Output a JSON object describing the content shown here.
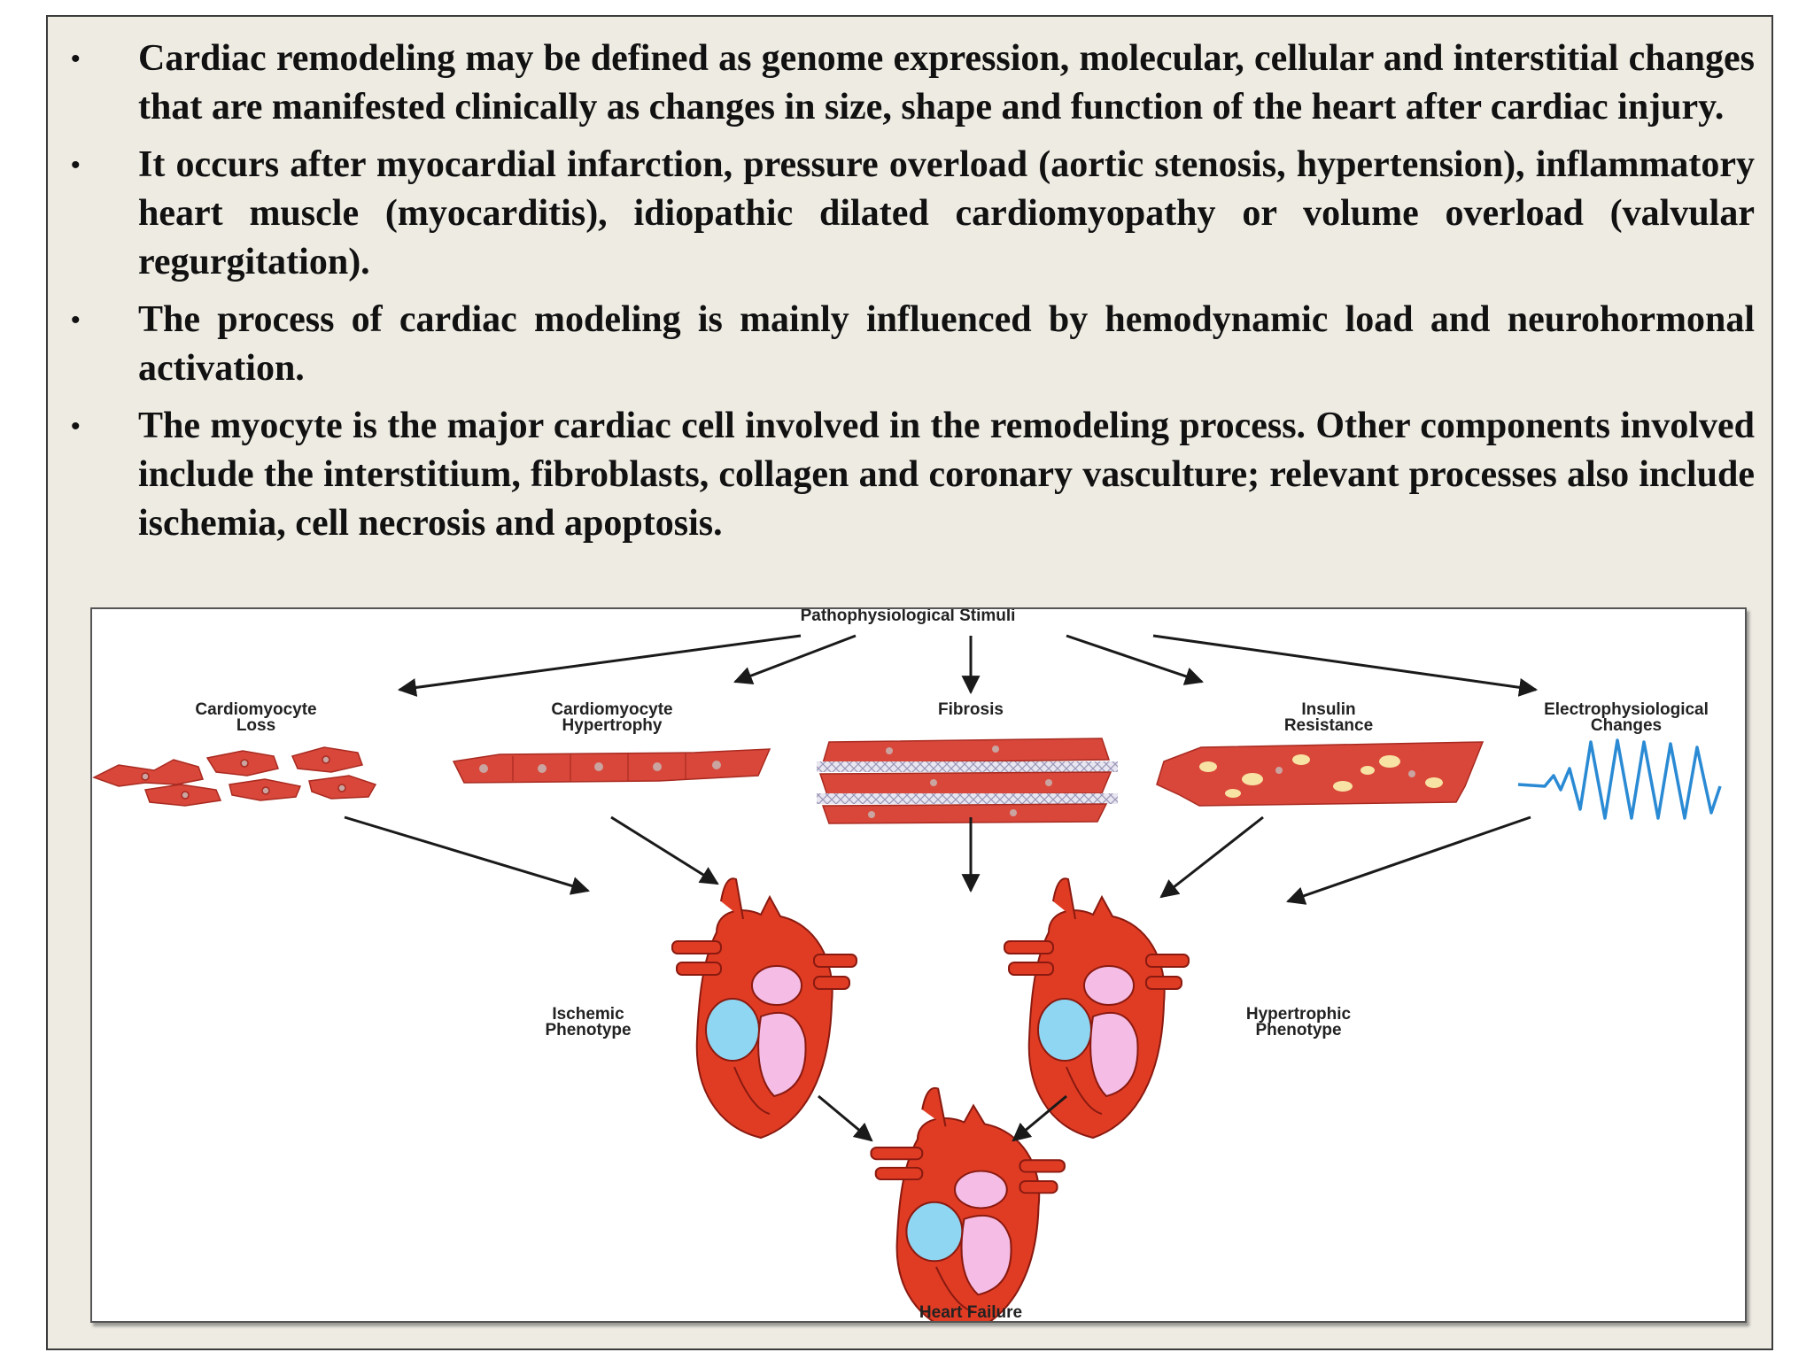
{
  "bullets": [
    "Cardiac remodeling may be defined as genome expression, molecular, cellular and interstitial changes that are manifested clinically as changes in size, shape and function of the heart after cardiac injury.",
    "It occurs after myocardial infarction, pressure overload (aortic stenosis, hypertension), inflammatory heart muscle (myocarditis), idiopathic dilated cardiomyopathy or volume overload (valvular regurgitation).",
    "The process of cardiac modeling is mainly influenced by hemodynamic load and neurohormonal activation.",
    "The myocyte is the major cardiac cell involved in the remodeling process. Other components involved include the interstitium, fibroblasts, collagen and coronary vasculture; relevant processes also include ischemia, cell necrosis and apoptosis."
  ],
  "bullet_symbol": "•",
  "figure": {
    "top_label": "Pathophysiological Stimuli",
    "stimuli": [
      {
        "line1": "Cardiomyocyte",
        "line2": "Loss",
        "icon": "scattered-cells-icon"
      },
      {
        "line1": "Cardiomyocyte",
        "line2": "Hypertrophy",
        "icon": "enlarged-cells-icon"
      },
      {
        "line1": "Fibrosis",
        "line2": "",
        "icon": "fibrotic-tissue-icon"
      },
      {
        "line1": "Insulin",
        "line2": "Resistance",
        "icon": "lipid-laden-cells-icon"
      },
      {
        "line1": "Electrophysiological",
        "line2": "Changes",
        "icon": "ecg-waveform-icon"
      }
    ],
    "phenotypes": [
      {
        "line1": "Ischemic",
        "line2": "Phenotype"
      },
      {
        "line1": "Hypertrophic",
        "line2": "Phenotype"
      }
    ],
    "outcome": "Heart Failure"
  },
  "colors": {
    "slide_bg": "#eeebe3",
    "text": "#111111",
    "heart_red": "#e03c24",
    "heart_outline": "#8a1a10",
    "ventricle_blue": "#8ed6f2",
    "atrium_pink": "#f5bde6",
    "ecg_blue": "#2a8ad4",
    "arrow": "#1a1a1a"
  }
}
